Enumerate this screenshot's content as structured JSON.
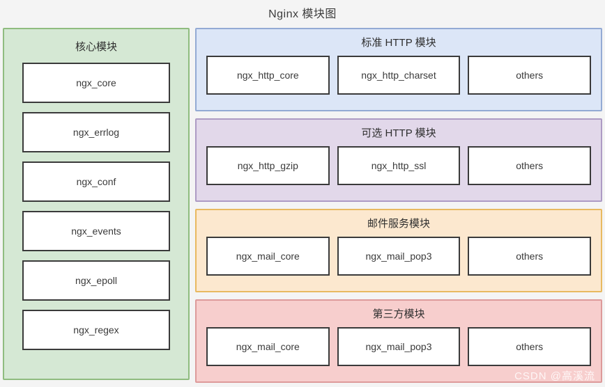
{
  "title": "Nginx 模块图",
  "watermark": "CSDN @高溪流",
  "colors": {
    "page_background": "#f4f4f4",
    "core_fill": "#d5e8d4",
    "core_stroke": "#8fbc7f",
    "std_http_fill": "#dce6f7",
    "std_http_stroke": "#93aad4",
    "opt_http_fill": "#e2d8ea",
    "opt_http_stroke": "#ad9bc4",
    "mail_fill": "#fce8cf",
    "mail_stroke": "#e8b960",
    "third_party_fill": "#f7cecd",
    "third_party_stroke": "#dd9a9a",
    "node_fill": "#ffffff",
    "node_stroke": "#3a3a3a"
  },
  "core_group": {
    "title": "核心模块",
    "modules": [
      {
        "label": "ngx_core"
      },
      {
        "label": "ngx_errlog"
      },
      {
        "label": "ngx_conf"
      },
      {
        "label": "ngx_events"
      },
      {
        "label": "ngx_epoll"
      },
      {
        "label": "ngx_regex"
      }
    ]
  },
  "std_http_group": {
    "title": "标准 HTTP 模块",
    "modules": [
      {
        "label": "ngx_http_core"
      },
      {
        "label": "ngx_http_charset"
      },
      {
        "label": "others"
      }
    ]
  },
  "opt_http_group": {
    "title": "可选 HTTP 模块",
    "modules": [
      {
        "label": "ngx_http_gzip"
      },
      {
        "label": "ngx_http_ssl"
      },
      {
        "label": "others"
      }
    ]
  },
  "mail_group": {
    "title": "邮件服务模块",
    "modules": [
      {
        "label": "ngx_mail_core"
      },
      {
        "label": "ngx_mail_pop3"
      },
      {
        "label": "others"
      }
    ]
  },
  "third_party_group": {
    "title": "第三方模块",
    "modules": [
      {
        "label": "ngx_mail_core"
      },
      {
        "label": "ngx_mail_pop3"
      },
      {
        "label": "others"
      }
    ]
  }
}
